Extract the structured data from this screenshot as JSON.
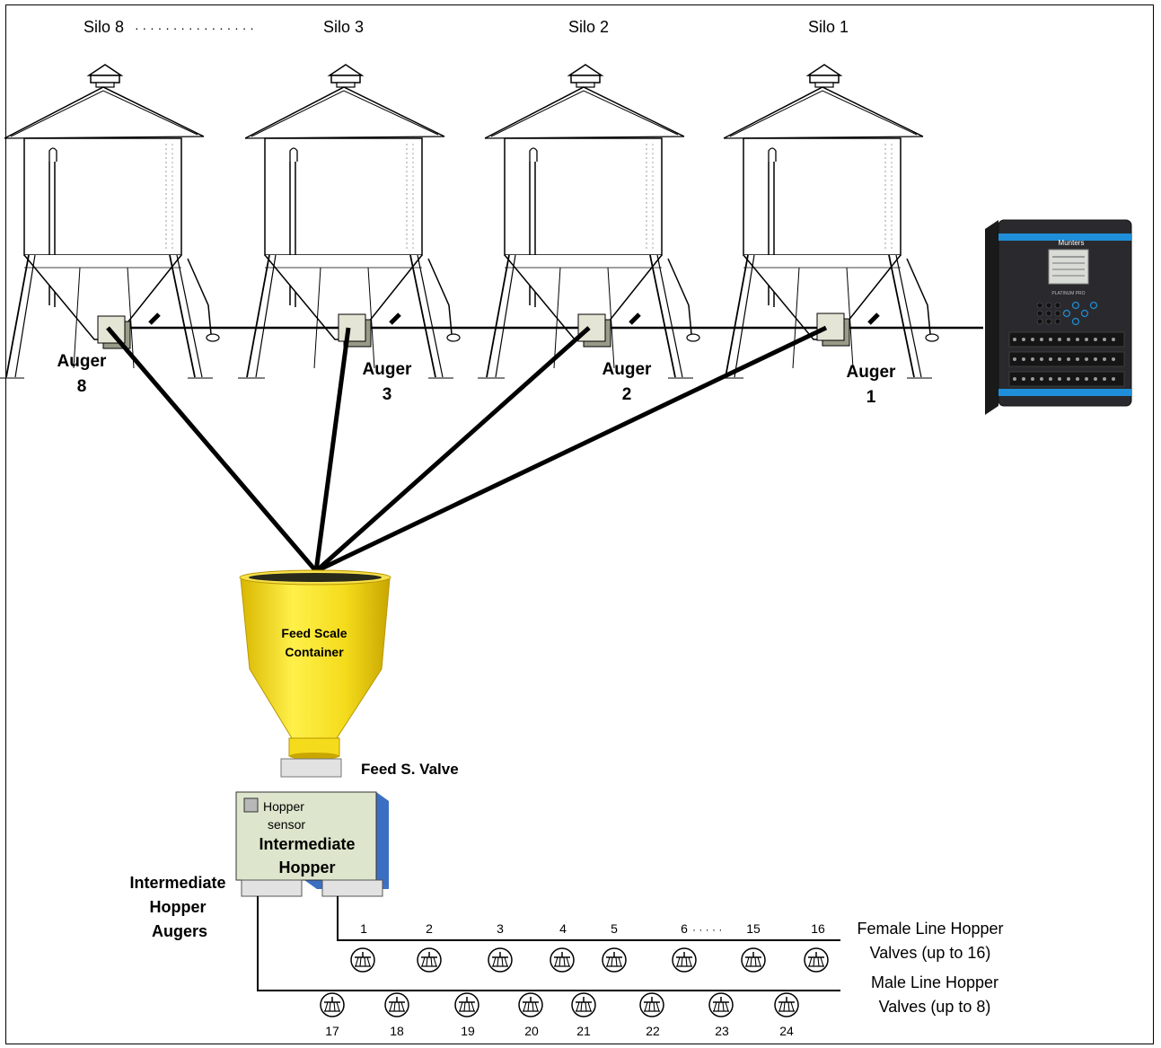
{
  "silos": [
    {
      "label": "Silo 8",
      "auger_line1": "Auger",
      "auger_line2": "8"
    },
    {
      "label": "Silo 3",
      "auger_line1": "Auger",
      "auger_line2": "3"
    },
    {
      "label": "Silo 2",
      "auger_line1": "Auger",
      "auger_line2": "2"
    },
    {
      "label": "Silo 1",
      "auger_line1": "Auger",
      "auger_line2": "1"
    }
  ],
  "silo_gap_dots": "· · · · · · · · · · · · · · · ·",
  "controller": {
    "brand": "Munters",
    "model": "PLATINUM PRO",
    "accent_color": "#1e8fd8"
  },
  "feed_scale": {
    "line1": "Feed Scale",
    "line2": "Container",
    "color": "#f4dc1c"
  },
  "feed_valve_label": "Feed S. Valve",
  "hopper": {
    "sensor_line1": "Hopper",
    "sensor_line2": "sensor",
    "title_line1": "Intermediate",
    "title_line2": "Hopper",
    "color": "#dde6cc",
    "side_color": "#3a6fc2"
  },
  "hopper_augers": {
    "line1": "Intermediate",
    "line2": "Hopper",
    "line3": "Augers"
  },
  "female_line": {
    "line1": "Female Line Hopper",
    "line2": "Valves (up to 16)",
    "valves": [
      "1",
      "2",
      "3",
      "4",
      "5",
      "6",
      "15",
      "16"
    ],
    "gap_dots": "· · · · ·"
  },
  "male_line": {
    "line1": "Male Line Hopper",
    "line2": "Valves (up to 8)",
    "valves": [
      "17",
      "18",
      "19",
      "20",
      "21",
      "22",
      "23",
      "24"
    ]
  }
}
